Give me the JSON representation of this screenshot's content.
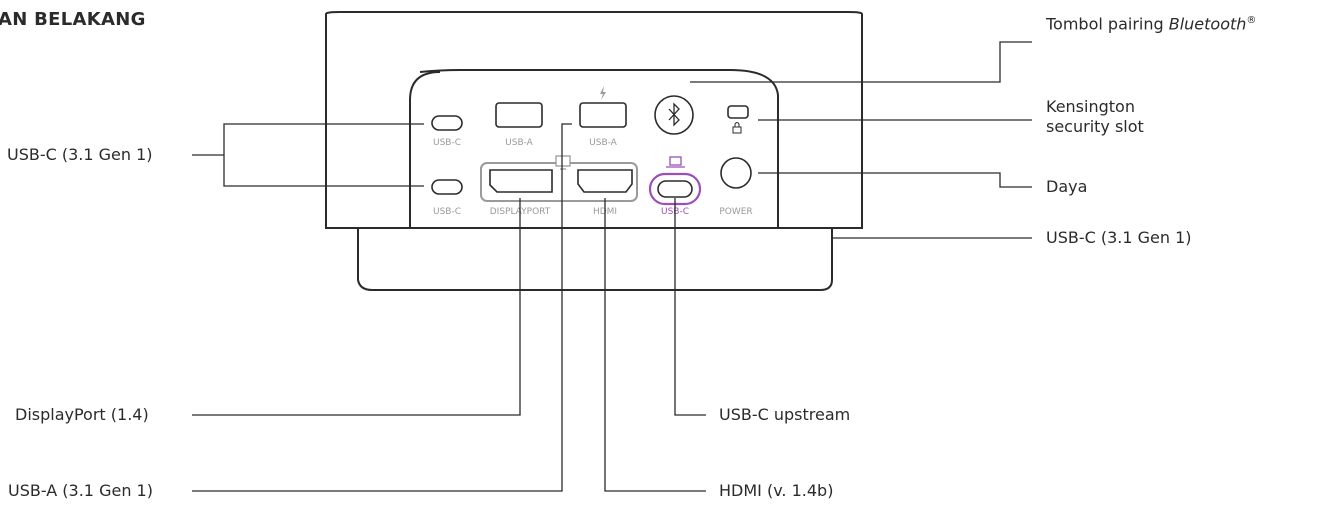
{
  "title": "AN BELAKANG",
  "ports": {
    "usb_c_top": "USB-C",
    "usb_c_bottom": "USB-C",
    "usb_a_1": "USB-A",
    "usb_a_2": "USB-A",
    "displayport": "DISPLAYPORT",
    "hdmi": "HDMI",
    "usb_c_upstream": "USB-C",
    "power": "POWER"
  },
  "callouts": {
    "usbc_left": "USB-C (3.1 Gen 1)",
    "displayport": "DisplayPort (1.4)",
    "usba": "USB-A (3.1 Gen 1)",
    "bluetooth_prefix": "Tombol pairing ",
    "bluetooth_italic": "Bluetooth",
    "bluetooth_reg": "®",
    "kensington_line1": "Kensington",
    "kensington_line2": "security slot",
    "daya": "Daya",
    "usbc_right": "USB-C (3.1 Gen 1)",
    "usbc_upstream": "USB-C upstream",
    "hdmi": "HDMI (v. 1.4b)"
  },
  "colors": {
    "outline": "#2b2b2b",
    "port_gray": "#9a9a9a",
    "accent": "#9b4fb8"
  },
  "icons": [
    "bluetooth-icon",
    "lightning-icon",
    "monitor-icon",
    "laptop-icon",
    "lock-icon"
  ]
}
